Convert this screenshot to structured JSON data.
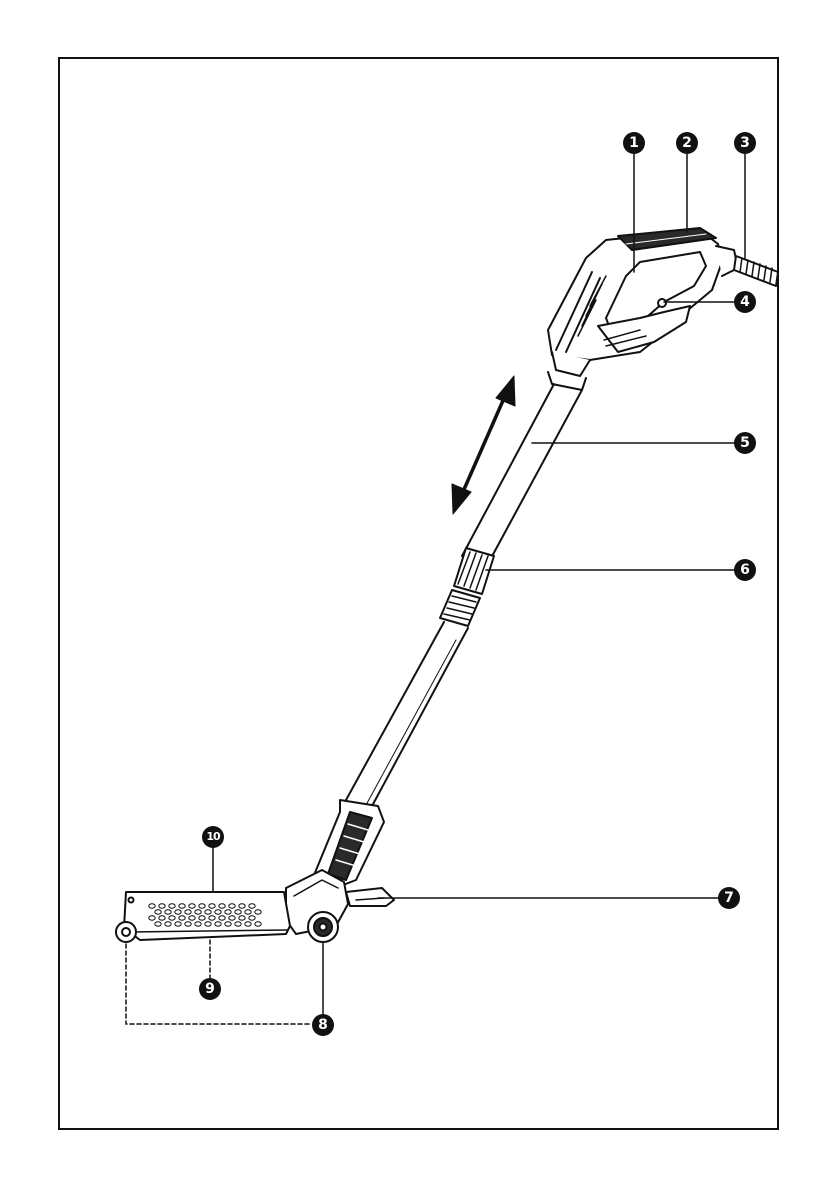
{
  "callouts": [
    {
      "id": "1",
      "label": "1"
    },
    {
      "id": "2",
      "label": "2"
    },
    {
      "id": "3",
      "label": "3"
    },
    {
      "id": "4",
      "label": "4"
    },
    {
      "id": "5",
      "label": "5"
    },
    {
      "id": "6",
      "label": "6"
    },
    {
      "id": "7",
      "label": "7"
    },
    {
      "id": "8",
      "label": "8"
    },
    {
      "id": "9",
      "label": "9"
    },
    {
      "id": "10",
      "label": "10"
    }
  ],
  "colors": {
    "ink": "#111111",
    "paper": "#ffffff",
    "handle_dark": "#2a2a2a"
  },
  "icons": [
    "double-arrow-icon"
  ]
}
